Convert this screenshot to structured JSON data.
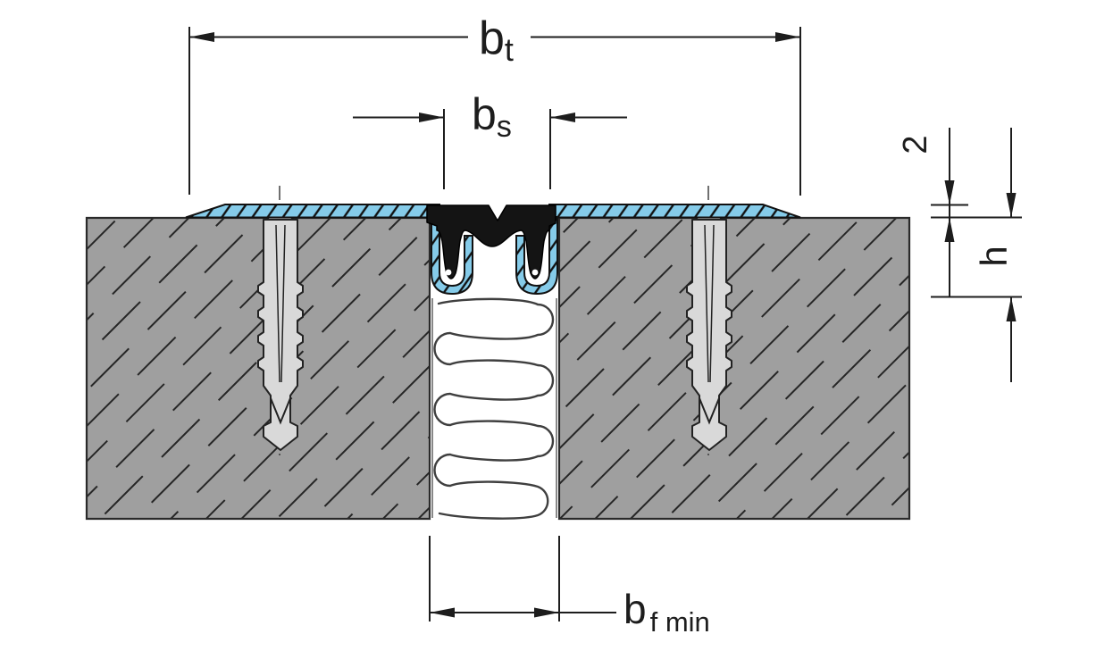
{
  "diagram": {
    "type": "technical-cross-section",
    "subject": "expansion joint profile embedded in concrete floor",
    "colors": {
      "background": "#ffffff",
      "profile_blue": "#85cbe9",
      "concrete_gray": "#9f9f9f",
      "rubber_black": "#141414",
      "metal_light_gray": "#d9d9d9",
      "line_dark": "#1d1d1d",
      "foam_line": "#3f3f3f"
    },
    "labels": {
      "total_width": {
        "main": "b",
        "sub": "t"
      },
      "sight_width": {
        "main": "b",
        "sub": "s"
      },
      "flange_thickness": "2",
      "profile_height": "h",
      "min_joint_width": {
        "main": "b",
        "sub": "f min"
      }
    }
  }
}
